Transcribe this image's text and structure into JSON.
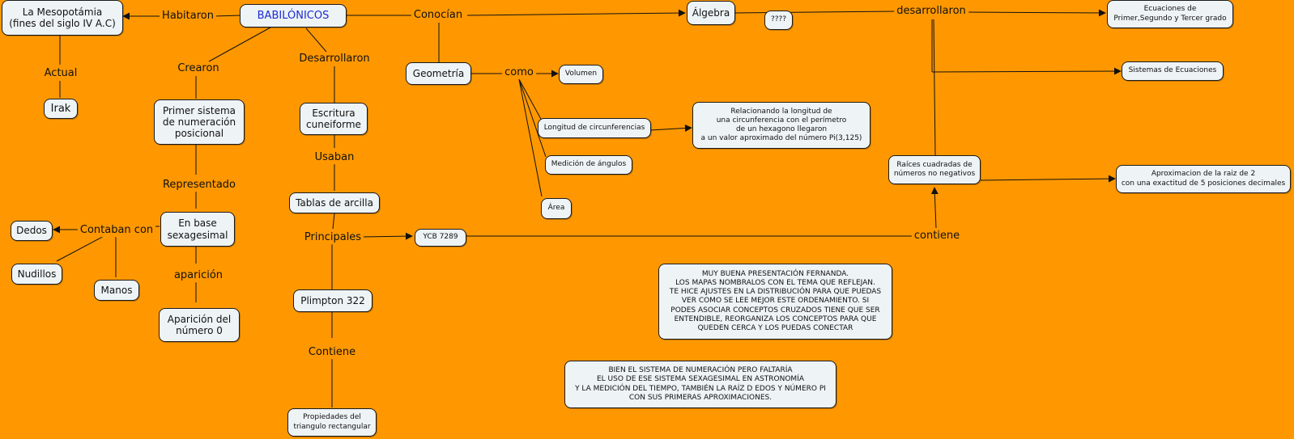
{
  "nodes": {
    "babilonicos": "BABILÓNICOS",
    "mesopotamia": "La Mesopotámia\n(fines del siglo IV A.C)",
    "irak": "Irak",
    "primer_sistema": "Primer sistema\nde numeración\nposicional",
    "base_sexagesimal": "En base\nsexagesimal",
    "dedos": "Dedos",
    "nudillos": "Nudillos",
    "manos": "Manos",
    "aparicion_cero": "Aparición del\nnúmero 0",
    "escritura": "Escritura\ncuneiforme",
    "tablas": "Tablas de arcilla",
    "plimpton": "Plimpton 322",
    "propiedades": "Propiedades del\ntriangulo rectangular",
    "ycb": "YCB 7289",
    "geometria": "Geometría",
    "volumen": "Volumen",
    "longitud": "Longitud de circunferencias",
    "relacionando": "Relacionando la longitud de\nuna circunferencia con el perímetro\nde un hexagono llegaron\na un valor aproximado del número Pi(3,125)",
    "angulos": "Medición de ángulos",
    "area": "Área",
    "algebra": "Álgebra",
    "interrogacion": "????",
    "ecuaciones": "Ecuaciones de\nPrimer,Segundo y Tercer grado",
    "sistemas": "Sistemas de Ecuaciones",
    "raices": "Raíces cuadradas de\nnúmeros no negativos",
    "aproximacion": "Aproximacion de  la raiz de 2\ncon una exactitud de 5 posiciones decimales",
    "comentario1": "MUY BUENA PRESENTACIÓN FERNANDA.\nLOS MAPAS NOMBRALOS CON EL TEMA QUE REFLEJAN.\nTE HICE AJUSTES EN LA DISTRIBUCIÓN PARA QUE PUEDAS\nVER COMO SE LEE MEJOR ESTE ORDENAMIENTO.  SI\nPODES ASOCIAR CONCEPTOS CRUZADOS TIENE QUE SER\nENTENDIBLE, REORGANIZA LOS CONCEPTOS PARA QUE\nQUEDEN CERCA Y LOS PUEDAS CONECTAR",
    "comentario2": "BIEN EL SISTEMA DE NUMERACIÓN PERO  FALTARÍA\nEL USO DE ESE SISTEMA SEXAGESIMAL EN ASTRONOMÍA\nY LA MEDICIÓN DEL TIEMPO, TAMBIÉN LA RAÍZ D EDOS Y NÚMERO PI\nCON SUS PRIMERAS APROXIMACIONES."
  },
  "links": {
    "habitaron": "Habitaron",
    "actual": "Actual",
    "crearon": "Crearon",
    "representado": "Representado",
    "contaban_con": "Contaban con",
    "aparicion": "aparición",
    "desarrollaron": "Desarrollaron",
    "usaban": "Usaban",
    "principales": "Principales",
    "contiene_min": "Contiene",
    "conocian": "Conocían",
    "como": "como",
    "desarrollaron_min": "desarrollaron",
    "contiene": "contiene"
  },
  "colors": {
    "background": "#FF9800",
    "node_fill": "#EEF3F5",
    "main_text": "#1b2bd4"
  }
}
